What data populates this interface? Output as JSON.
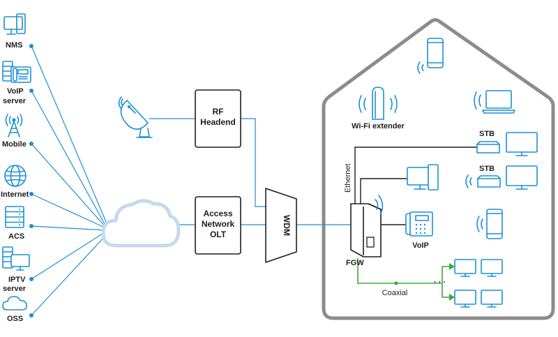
{
  "colors": {
    "accent": "#1a8fd6",
    "coax": "#3aaa35",
    "dark": "#1d1d1b",
    "house": "#8c8c8c",
    "cloud": "#c5d9ef"
  },
  "sources": [
    {
      "label1": "NMS",
      "label2": "",
      "icon": "monitor-icon"
    },
    {
      "label1": "VoIP",
      "label2": "server",
      "icon": "voip-server-icon"
    },
    {
      "label1": "Mobile",
      "label2": "",
      "icon": "cell-tower-icon"
    },
    {
      "label1": "Internet",
      "label2": "",
      "icon": "globe-icon"
    },
    {
      "label1": "ACS",
      "label2": "",
      "icon": "server-rack-icon"
    },
    {
      "label1": "IPTV",
      "label2": "server",
      "icon": "iptv-server-icon"
    },
    {
      "label1": "OSS",
      "label2": "",
      "icon": "cloud-icon"
    }
  ],
  "boxes": {
    "rf": {
      "line1": "RF",
      "line2": "Headend"
    },
    "olt": {
      "line1": "Access",
      "line2": "Network",
      "line3": "OLT"
    },
    "wdm": "WDM"
  },
  "house": {
    "wifi_extender": "Wi-Fi extender",
    "stb1": "STB",
    "stb2": "STB",
    "ethernet": "Ethernet",
    "fgw": "FGW",
    "voip": "VoIP",
    "coaxial": "Coaxial",
    "ellipsis": "· · ·"
  }
}
